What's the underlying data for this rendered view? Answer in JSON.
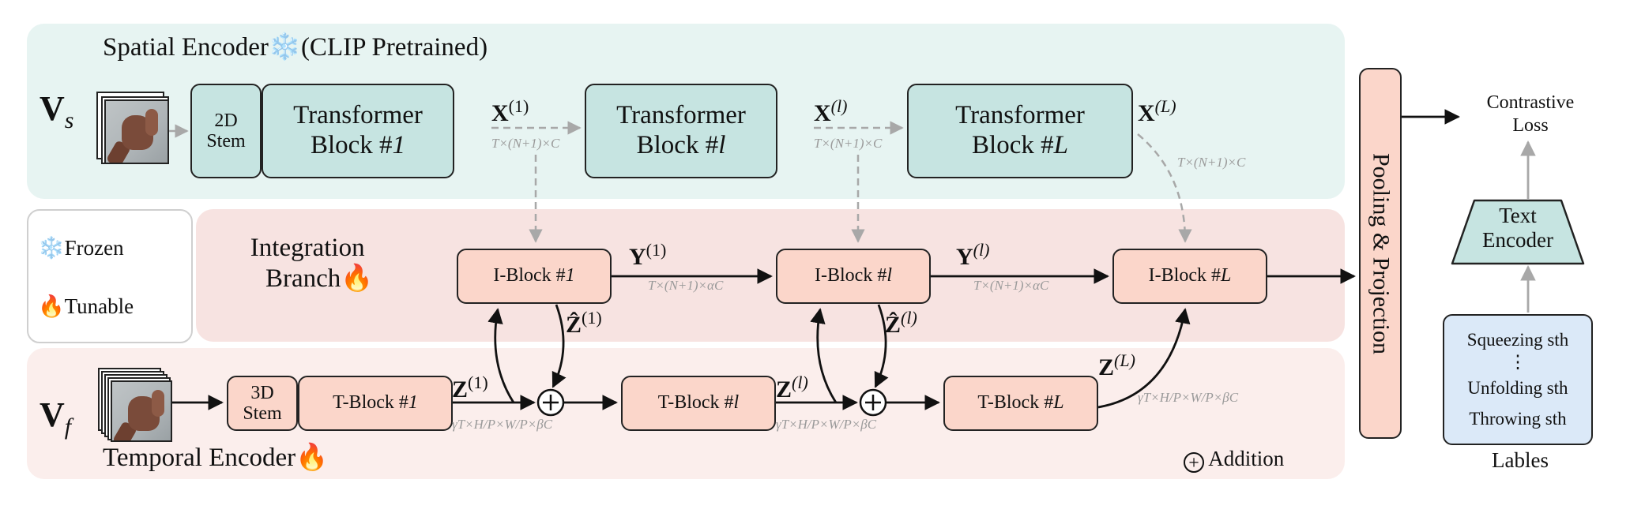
{
  "colors": {
    "spatial_bg": "#e7f4f2",
    "integration_bg": "#f7e3e1",
    "temporal_bg": "#fbeeec",
    "teal_block": "#c6e4e1",
    "salmon_block": "#fbd6ca",
    "label_box": "#dbe9f8",
    "dashed_arrow": "#a8a8a8"
  },
  "spatial": {
    "title": "Spatial Encoder",
    "title_suffix": "(CLIP Pretrained)",
    "input_var": "V",
    "input_sub": "s",
    "stem": "2D Stem",
    "block1_line1": "Transformer",
    "block1_line2": "Block #",
    "block1_idx": "1",
    "blockl_line1": "Transformer",
    "blockl_line2": "Block #",
    "blockl_idx": "l",
    "blockL_line1": "Transformer",
    "blockL_line2": "Block #",
    "blockL_idx": "L",
    "x1_var": "X",
    "x1_sup": "(1)",
    "xl_var": "X",
    "xl_sup": "(l)",
    "xL_var": "X",
    "xL_sup": "(L)",
    "dim_x": "T×(N+1)×C"
  },
  "integration": {
    "title_line1": "Integration",
    "title_line2": "Branch",
    "iblock1_label": "I-Block #",
    "iblock1_idx": "1",
    "iblockl_label": "I-Block #",
    "iblockl_idx": "l",
    "iblockL_label": "I-Block #",
    "iblockL_idx": "L",
    "y1_var": "Y",
    "y1_sup": "(1)",
    "yl_var": "Y",
    "yl_sup": "(l)",
    "dim_y": "T×(N+1)×αC",
    "zhat1_var": "Ẑ",
    "zhat1_sup": "(1)",
    "zhatl_var": "Ẑ",
    "zhatl_sup": "(l)"
  },
  "temporal": {
    "title": "Temporal Encoder",
    "input_var": "V",
    "input_sub": "f",
    "stem": "3D Stem",
    "tblock1_label": "T-Block #",
    "tblock1_idx": "1",
    "tblockl_label": "T-Block #",
    "tblockl_idx": "l",
    "tblockL_label": "T-Block #",
    "tblockL_idx": "L",
    "z1_var": "Z",
    "z1_sup": "(1)",
    "zl_var": "Z",
    "zl_sup": "(l)",
    "zL_var": "Z",
    "zL_sup": "(L)",
    "dim_z": "γT×H/P×W/P×βC",
    "addition_label": "Addition"
  },
  "legend": {
    "frozen": "Frozen",
    "tunable": "Tunable",
    "frozen_icon": "snowflake-icon",
    "tunable_icon": "fire-icon"
  },
  "head": {
    "pooling": "Pooling & Projection",
    "loss_line1": "Contrastive",
    "loss_line2": "Loss",
    "text_enc_line1": "Text",
    "text_enc_line2": "Encoder",
    "label1": "Squeezing sth",
    "label_dots": "⋮",
    "label2": "Unfolding sth",
    "label3": "Throwing sth",
    "labels_caption": "Lables"
  }
}
